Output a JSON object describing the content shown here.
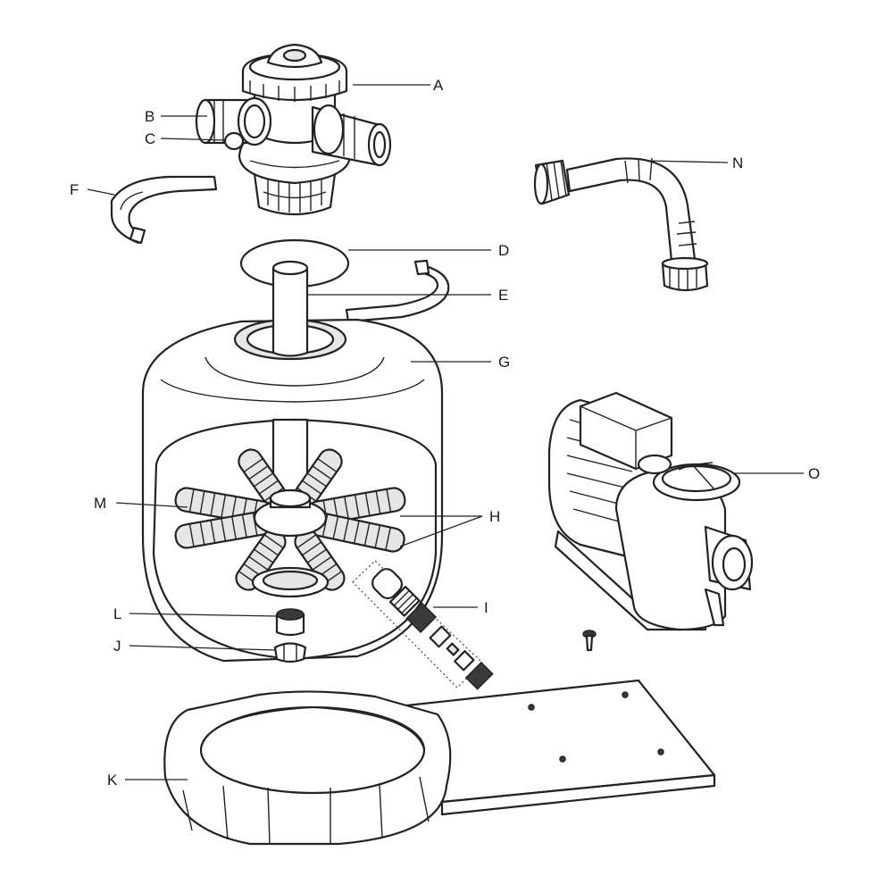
{
  "callouts": [
    {
      "id": "A",
      "label": "A"
    },
    {
      "id": "B",
      "label": "B"
    },
    {
      "id": "C",
      "label": "C"
    },
    {
      "id": "F",
      "label": "F"
    },
    {
      "id": "D",
      "label": "D"
    },
    {
      "id": "E",
      "label": "E"
    },
    {
      "id": "N",
      "label": "N"
    },
    {
      "id": "G",
      "label": "G"
    },
    {
      "id": "O",
      "label": "O"
    },
    {
      "id": "M",
      "label": "M"
    },
    {
      "id": "H",
      "label": "H"
    },
    {
      "id": "I",
      "label": "I"
    },
    {
      "id": "L",
      "label": "L"
    },
    {
      "id": "J",
      "label": "J"
    },
    {
      "id": "K",
      "label": "K"
    }
  ],
  "colors": {
    "line": "#222222",
    "shade": "#e6e6e6",
    "dark": "#3a3a3a",
    "background": "#ffffff"
  }
}
